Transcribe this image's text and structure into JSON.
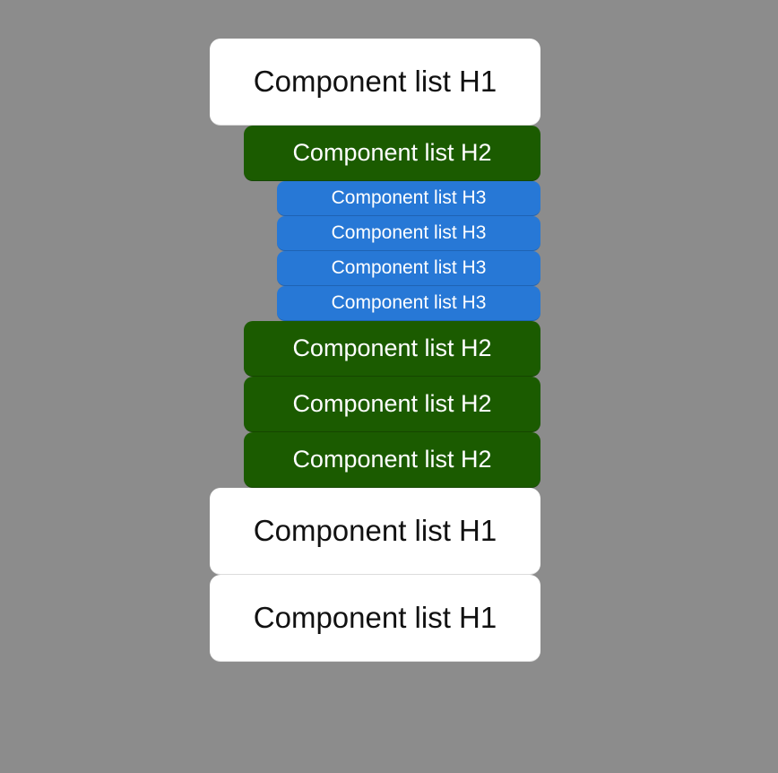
{
  "colors": {
    "background": "#8c8c8c",
    "h1_bg": "#ffffff",
    "h1_text": "#111111",
    "h2_bg": "#1b5b00",
    "h2_text": "#ffffff",
    "h3_bg": "#2778d6",
    "h3_text": "#ffffff"
  },
  "items": [
    {
      "level": "H1",
      "label": "Component list H1"
    },
    {
      "level": "H2",
      "label": "Component list H2"
    },
    {
      "level": "H3",
      "label": "Component list H3"
    },
    {
      "level": "H3",
      "label": "Component list H3"
    },
    {
      "level": "H3",
      "label": "Component list H3"
    },
    {
      "level": "H3",
      "label": "Component list H3"
    },
    {
      "level": "H2",
      "label": "Component list H2"
    },
    {
      "level": "H2",
      "label": "Component list H2"
    },
    {
      "level": "H2",
      "label": "Component list H2"
    },
    {
      "level": "H1",
      "label": "Component list H1"
    },
    {
      "level": "H1",
      "label": "Component list H1"
    }
  ]
}
